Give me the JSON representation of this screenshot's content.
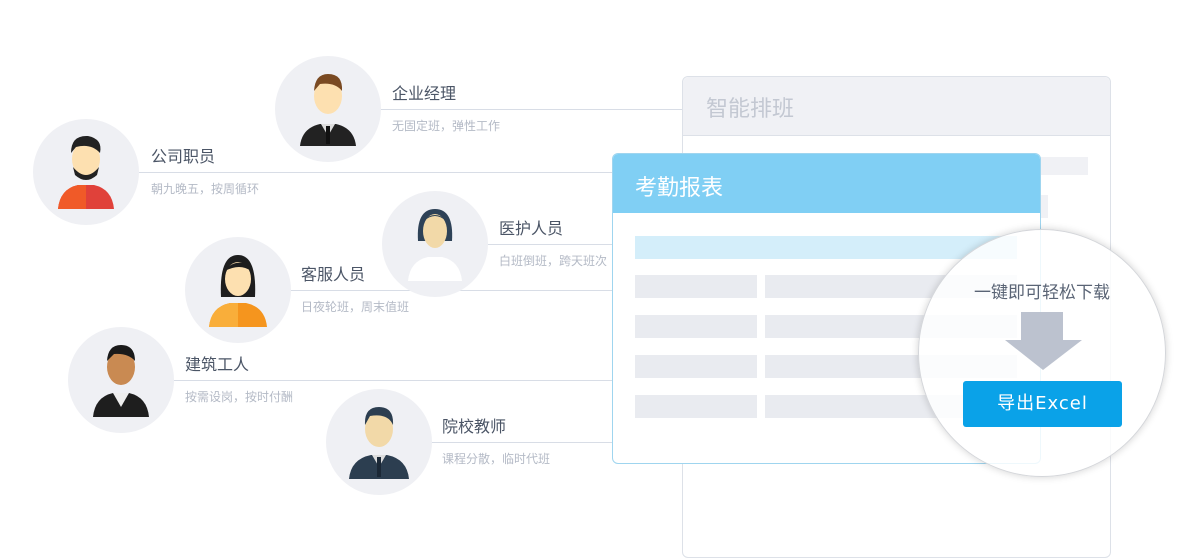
{
  "people": [
    {
      "name": "企业经理",
      "desc": "无固定班，弹性工作"
    },
    {
      "name": "公司职员",
      "desc": "朝九晚五，按周循环"
    },
    {
      "name": "医护人员",
      "desc": "白班倒班，跨天班次"
    },
    {
      "name": "客服人员",
      "desc": "日夜轮班，周末值班"
    },
    {
      "name": "建筑工人",
      "desc": "按需设岗，按时付酬"
    },
    {
      "name": "院校教师",
      "desc": "课程分散，临时代班"
    }
  ],
  "scheduling_panel": {
    "title": "智能排班"
  },
  "attendance_panel": {
    "title": "考勤报表"
  },
  "magnifier": {
    "caption": "一键即可轻松下载",
    "export_label": "导出Excel"
  },
  "colors": {
    "accent": "#0aa2e8",
    "header": "#80cff4",
    "arrow": "#bcc2cf"
  }
}
